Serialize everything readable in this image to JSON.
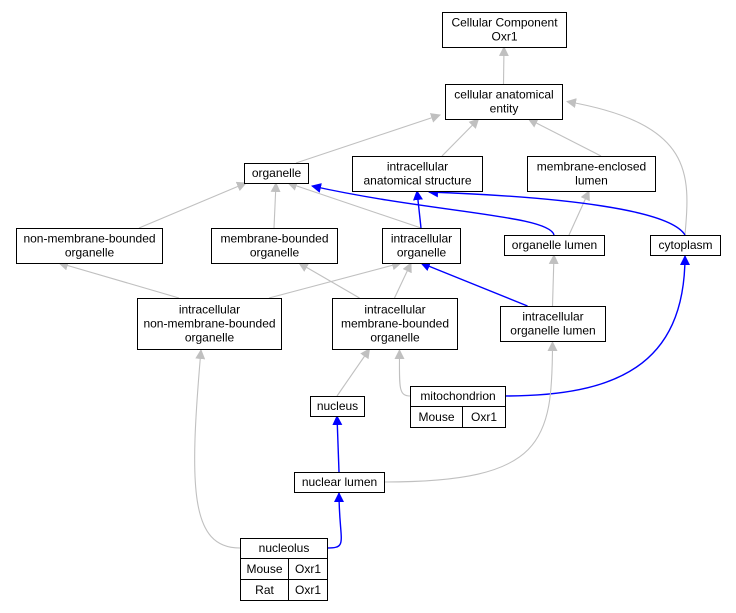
{
  "colors": {
    "is_a_edge": "#c0c0c0",
    "part_of_edge": "#0000ff",
    "node_fill": "#ffffff",
    "mouse_cell": "#add8e6",
    "rat_cell": "#ffd700"
  },
  "nodes": {
    "root": [
      "Cellular Component",
      "Oxr1"
    ],
    "cae": [
      "cellular anatomical",
      "entity"
    ],
    "organelle": [
      "organelle"
    ],
    "ias": [
      "intracellular",
      "anatomical structure"
    ],
    "mel": [
      "membrane-enclosed",
      "lumen"
    ],
    "nmbo": [
      "non-membrane-bounded",
      "organelle"
    ],
    "mbo": [
      "membrane-bounded",
      "organelle"
    ],
    "io": [
      "intracellular",
      "organelle"
    ],
    "ol": [
      "organelle lumen"
    ],
    "cytoplasm": [
      "cytoplasm"
    ],
    "inmbo": [
      "intracellular",
      "non-membrane-bounded",
      "organelle"
    ],
    "imbo": [
      "intracellular",
      "membrane-bounded",
      "organelle"
    ],
    "iol": [
      "intracellular",
      "organelle lumen"
    ],
    "mito": [
      "mitochondrion"
    ],
    "nucleus": [
      "nucleus"
    ],
    "nl": [
      "nuclear lumen"
    ],
    "nucleolus": [
      "nucleolus"
    ]
  },
  "annotations": {
    "mito": [
      {
        "species": "Mouse",
        "gene": "Oxr1",
        "color": "#add8e6"
      }
    ],
    "nucleolus": [
      {
        "species": "Mouse",
        "gene": "Oxr1",
        "color": "#add8e6"
      },
      {
        "species": "Rat",
        "gene": "Oxr1",
        "color": "#ffd700"
      }
    ]
  },
  "edges": [
    {
      "from": "cae",
      "to": "root",
      "type": "is_a"
    },
    {
      "from": "organelle",
      "to": "cae",
      "type": "is_a"
    },
    {
      "from": "ias",
      "to": "cae",
      "type": "is_a"
    },
    {
      "from": "mel",
      "to": "cae",
      "type": "is_a"
    },
    {
      "from": "cytoplasm",
      "to": "cae",
      "type": "is_a"
    },
    {
      "from": "nmbo",
      "to": "organelle",
      "type": "is_a"
    },
    {
      "from": "mbo",
      "to": "organelle",
      "type": "is_a"
    },
    {
      "from": "io",
      "to": "organelle",
      "type": "is_a"
    },
    {
      "from": "io",
      "to": "ias",
      "type": "part_of"
    },
    {
      "from": "ol",
      "to": "organelle",
      "type": "part_of"
    },
    {
      "from": "ol",
      "to": "mel",
      "type": "is_a"
    },
    {
      "from": "cytoplasm",
      "to": "ias",
      "type": "part_of"
    },
    {
      "from": "inmbo",
      "to": "nmbo",
      "type": "is_a"
    },
    {
      "from": "inmbo",
      "to": "io",
      "type": "is_a"
    },
    {
      "from": "imbo",
      "to": "mbo",
      "type": "is_a"
    },
    {
      "from": "imbo",
      "to": "io",
      "type": "is_a"
    },
    {
      "from": "iol",
      "to": "io",
      "type": "part_of"
    },
    {
      "from": "iol",
      "to": "ol",
      "type": "is_a"
    },
    {
      "from": "mito",
      "to": "imbo",
      "type": "is_a"
    },
    {
      "from": "mito",
      "to": "cytoplasm",
      "type": "part_of"
    },
    {
      "from": "nucleus",
      "to": "imbo",
      "type": "is_a"
    },
    {
      "from": "nl",
      "to": "nucleus",
      "type": "part_of"
    },
    {
      "from": "nl",
      "to": "iol",
      "type": "is_a"
    },
    {
      "from": "nucleolus",
      "to": "inmbo",
      "type": "is_a"
    },
    {
      "from": "nucleolus",
      "to": "nl",
      "type": "part_of"
    }
  ]
}
